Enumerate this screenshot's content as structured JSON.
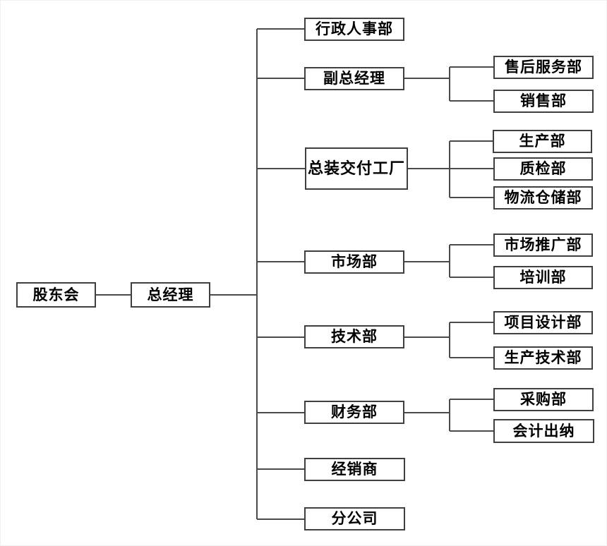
{
  "diagram": {
    "type": "org-chart",
    "root": {
      "label": "股东会"
    },
    "general_manager": {
      "label": "总经理"
    },
    "branches": [
      {
        "label": "行政人事部",
        "children": []
      },
      {
        "label": "副总经理",
        "children": [
          {
            "label": "售后服务部"
          },
          {
            "label": "销售部"
          }
        ]
      },
      {
        "label": "总装交付工厂",
        "children": [
          {
            "label": "生产部"
          },
          {
            "label": "质检部"
          },
          {
            "label": "物流仓储部"
          }
        ]
      },
      {
        "label": "市场部",
        "children": [
          {
            "label": "市场推广部"
          },
          {
            "label": "培训部"
          }
        ]
      },
      {
        "label": "技术部",
        "children": [
          {
            "label": "项目设计部"
          },
          {
            "label": "生产技术部"
          }
        ]
      },
      {
        "label": "财务部",
        "children": [
          {
            "label": "采购部"
          },
          {
            "label": "会计出纳"
          }
        ]
      },
      {
        "label": "经销商",
        "children": []
      },
      {
        "label": "分公司",
        "children": []
      }
    ],
    "colors": {
      "line": "#4a4a4a",
      "border": "#3f3f3f",
      "text": "#000000",
      "background": "#ffffff"
    }
  }
}
